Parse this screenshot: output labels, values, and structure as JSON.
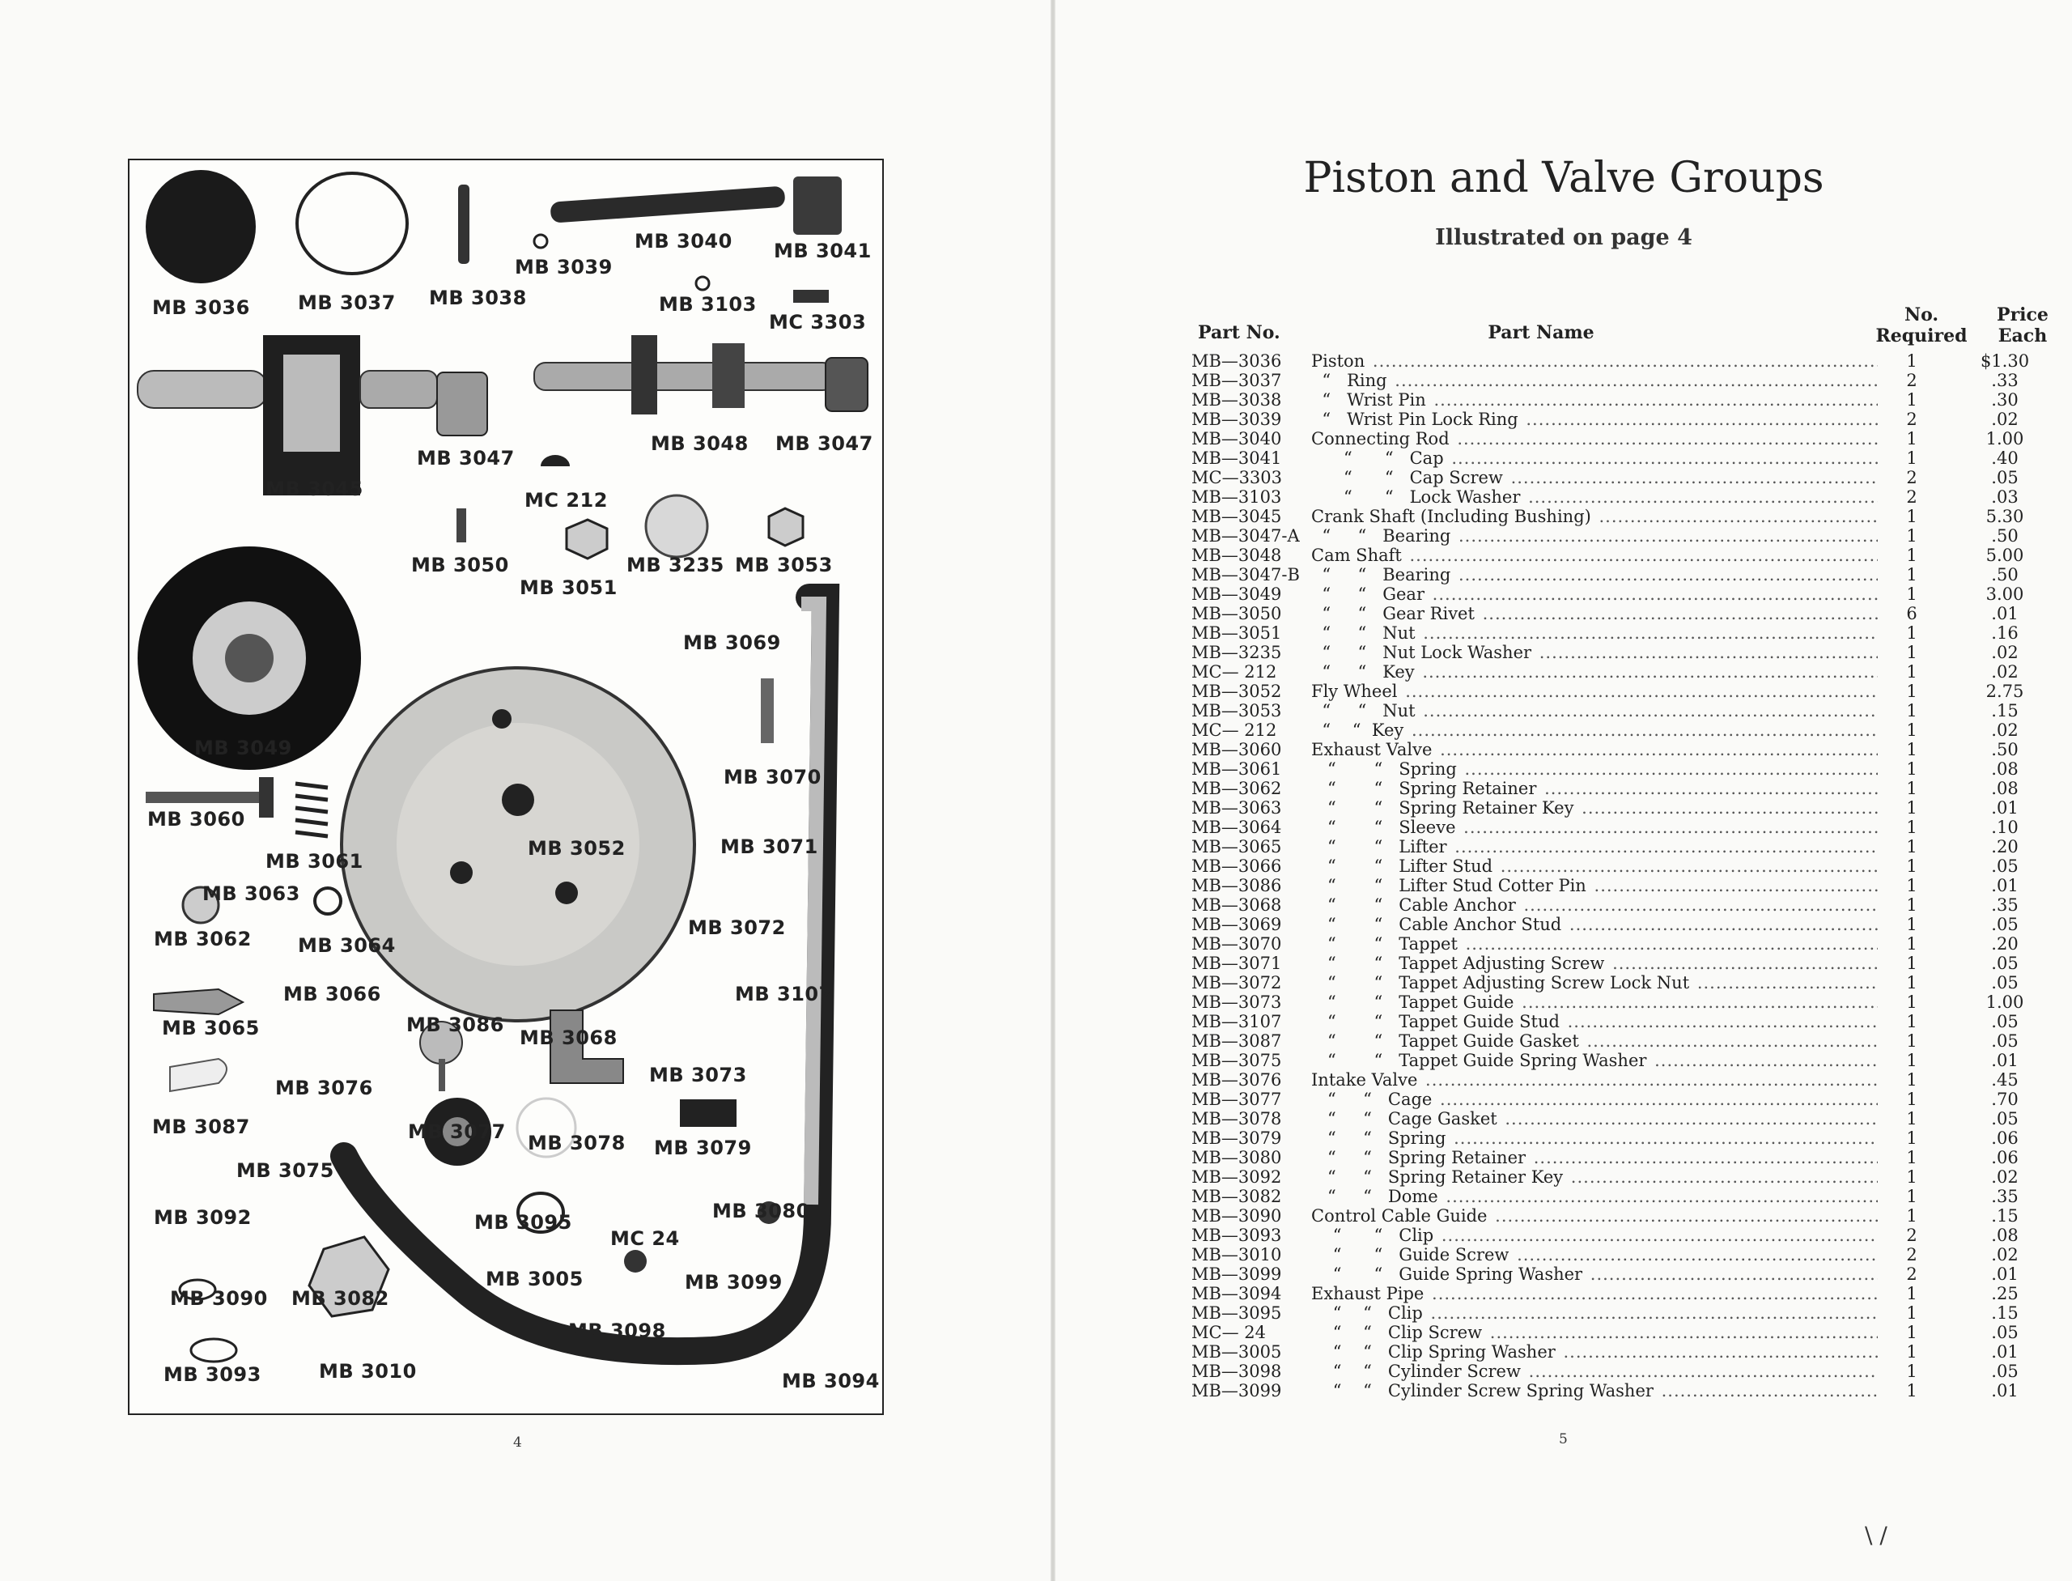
{
  "left_page": {
    "page_number": "4",
    "labels": [
      "MB 3036",
      "MB 3037",
      "MB 3038",
      "MB 3039",
      "MB 3040",
      "MB 3041",
      "MB 3103",
      "MC 3303",
      "MB 3045",
      "MB 3047",
      "MB 3048",
      "MB 3047",
      "MC 212",
      "MB 3050",
      "MB 3051",
      "MB 3235",
      "MB 3053",
      "MB 3069",
      "MB 3049",
      "MB 3070",
      "MB 3060",
      "MB 3061",
      "MB 3052",
      "MB 3071",
      "MB 3063",
      "MB 3062",
      "MB 3064",
      "MB 3072",
      "MB 3066",
      "MB 3107",
      "MB 3065",
      "MB 3086",
      "MB 3068",
      "MB 3073",
      "MB 3076",
      "MB 3087",
      "MB 3077",
      "MB 3078",
      "MB 3079",
      "MB 3075",
      "MB 3095",
      "MB 3080",
      "MB 3092",
      "MC 24",
      "MB 3005",
      "MB 3099",
      "MB 3090",
      "MB 3082",
      "MB 3098",
      "MB 3093",
      "MB 3010",
      "MB 3094"
    ]
  },
  "right_page": {
    "title": "Piston and Valve Groups",
    "subtitle": "Illustrated on page 4",
    "headers": {
      "part_no": "Part No.",
      "part_name": "Part Name",
      "no_required_1": "No.",
      "no_required_2": "Required",
      "price_1": "Price",
      "price_2": "Each"
    },
    "rows": [
      [
        "MB—3036",
        "Piston",
        "1",
        "$1.30"
      ],
      [
        "MB—3037",
        "  “   Ring",
        "2",
        ".33"
      ],
      [
        "MB—3038",
        "  “   Wrist Pin",
        "1",
        ".30"
      ],
      [
        "MB—3039",
        "  “   Wrist Pin Lock Ring",
        "2",
        ".02"
      ],
      [
        "MB—3040",
        "Connecting Rod",
        "1",
        "1.00"
      ],
      [
        "MB—3041",
        "      “      “   Cap",
        "1",
        ".40"
      ],
      [
        "MC—3303",
        "      “      “   Cap Screw",
        "2",
        ".05"
      ],
      [
        "MB—3103",
        "      “      “   Lock Washer",
        "2",
        ".03"
      ],
      [
        "MB—3045",
        "Crank Shaft (Including Bushing)",
        "1",
        "5.30"
      ],
      [
        "MB—3047-A",
        "  “     “   Bearing",
        "1",
        ".50"
      ],
      [
        "MB—3048",
        "Cam Shaft",
        "1",
        "5.00"
      ],
      [
        "MB—3047-B",
        "  “     “   Bearing",
        "1",
        ".50"
      ],
      [
        "MB—3049",
        "  “     “   Gear",
        "1",
        "3.00"
      ],
      [
        "MB—3050",
        "  “     “   Gear Rivet",
        "6",
        ".01"
      ],
      [
        "MB—3051",
        "  “     “   Nut",
        "1",
        ".16"
      ],
      [
        "MB—3235",
        "  “     “   Nut Lock Washer",
        "1",
        ".02"
      ],
      [
        "MC— 212",
        "  “     “   Key",
        "1",
        ".02"
      ],
      [
        "MB—3052",
        "Fly Wheel",
        "1",
        "2.75"
      ],
      [
        "MB—3053",
        "  “     “   Nut",
        "1",
        ".15"
      ],
      [
        "MC— 212",
        "  “    “  Key",
        "1",
        ".02"
      ],
      [
        "MB—3060",
        "Exhaust Valve",
        "1",
        ".50"
      ],
      [
        "MB—3061",
        "   “       “   Spring",
        "1",
        ".08"
      ],
      [
        "MB—3062",
        "   “       “   Spring Retainer",
        "1",
        ".08"
      ],
      [
        "MB—3063",
        "   “       “   Spring Retainer Key",
        "1",
        ".01"
      ],
      [
        "MB—3064",
        "   “       “   Sleeve",
        "1",
        ".10"
      ],
      [
        "MB—3065",
        "   “       “   Lifter",
        "1",
        ".20"
      ],
      [
        "MB—3066",
        "   “       “   Lifter Stud",
        "1",
        ".05"
      ],
      [
        "MB—3086",
        "   “       “   Lifter Stud Cotter Pin",
        "1",
        ".01"
      ],
      [
        "MB—3068",
        "   “       “   Cable Anchor",
        "1",
        ".35"
      ],
      [
        "MB—3069",
        "   “       “   Cable Anchor Stud",
        "1",
        ".05"
      ],
      [
        "MB—3070",
        "   “       “   Tappet",
        "1",
        ".20"
      ],
      [
        "MB—3071",
        "   “       “   Tappet Adjusting Screw",
        "1",
        ".05"
      ],
      [
        "MB—3072",
        "   “       “   Tappet Adjusting Screw Lock Nut",
        "1",
        ".05"
      ],
      [
        "MB—3073",
        "   “       “   Tappet Guide",
        "1",
        "1.00"
      ],
      [
        "MB—3107",
        "   “       “   Tappet Guide Stud",
        "1",
        ".05"
      ],
      [
        "MB—3087",
        "   “       “   Tappet Guide Gasket",
        "1",
        ".05"
      ],
      [
        "MB—3075",
        "   “       “   Tappet Guide Spring Washer",
        "1",
        ".01"
      ],
      [
        "MB—3076",
        "Intake Valve",
        "1",
        ".45"
      ],
      [
        "MB—3077",
        "   “     “   Cage",
        "1",
        ".70"
      ],
      [
        "MB—3078",
        "   “     “   Cage Gasket",
        "1",
        ".05"
      ],
      [
        "MB—3079",
        "   “     “   Spring",
        "1",
        ".06"
      ],
      [
        "MB—3080",
        "   “     “   Spring Retainer",
        "1",
        ".06"
      ],
      [
        "MB—3092",
        "   “     “   Spring Retainer Key",
        "1",
        ".02"
      ],
      [
        "MB—3082",
        "   “     “   Dome",
        "1",
        ".35"
      ],
      [
        "MB—3090",
        "Control Cable Guide",
        "1",
        ".15"
      ],
      [
        "MB—3093",
        "    “      “   Clip",
        "2",
        ".08"
      ],
      [
        "MB—3010",
        "    “      “   Guide Screw",
        "2",
        ".02"
      ],
      [
        "MB—3099",
        "    “      “   Guide Spring Washer",
        "2",
        ".01"
      ],
      [
        "MB—3094",
        "Exhaust Pipe",
        "1",
        ".25"
      ],
      [
        "MB—3095",
        "    “    “   Clip",
        "1",
        ".15"
      ],
      [
        "MC— 24",
        "    “    “   Clip Screw",
        "1",
        ".05"
      ],
      [
        "MB—3005",
        "    “    “   Clip Spring Washer",
        "1",
        ".01"
      ],
      [
        "MB—3098",
        "    “    “   Cylinder Screw",
        "1",
        ".05"
      ],
      [
        "MB—3099",
        "    “    “   Cylinder Screw Spring Washer",
        "1",
        ".01"
      ]
    ],
    "page_number": "5"
  }
}
